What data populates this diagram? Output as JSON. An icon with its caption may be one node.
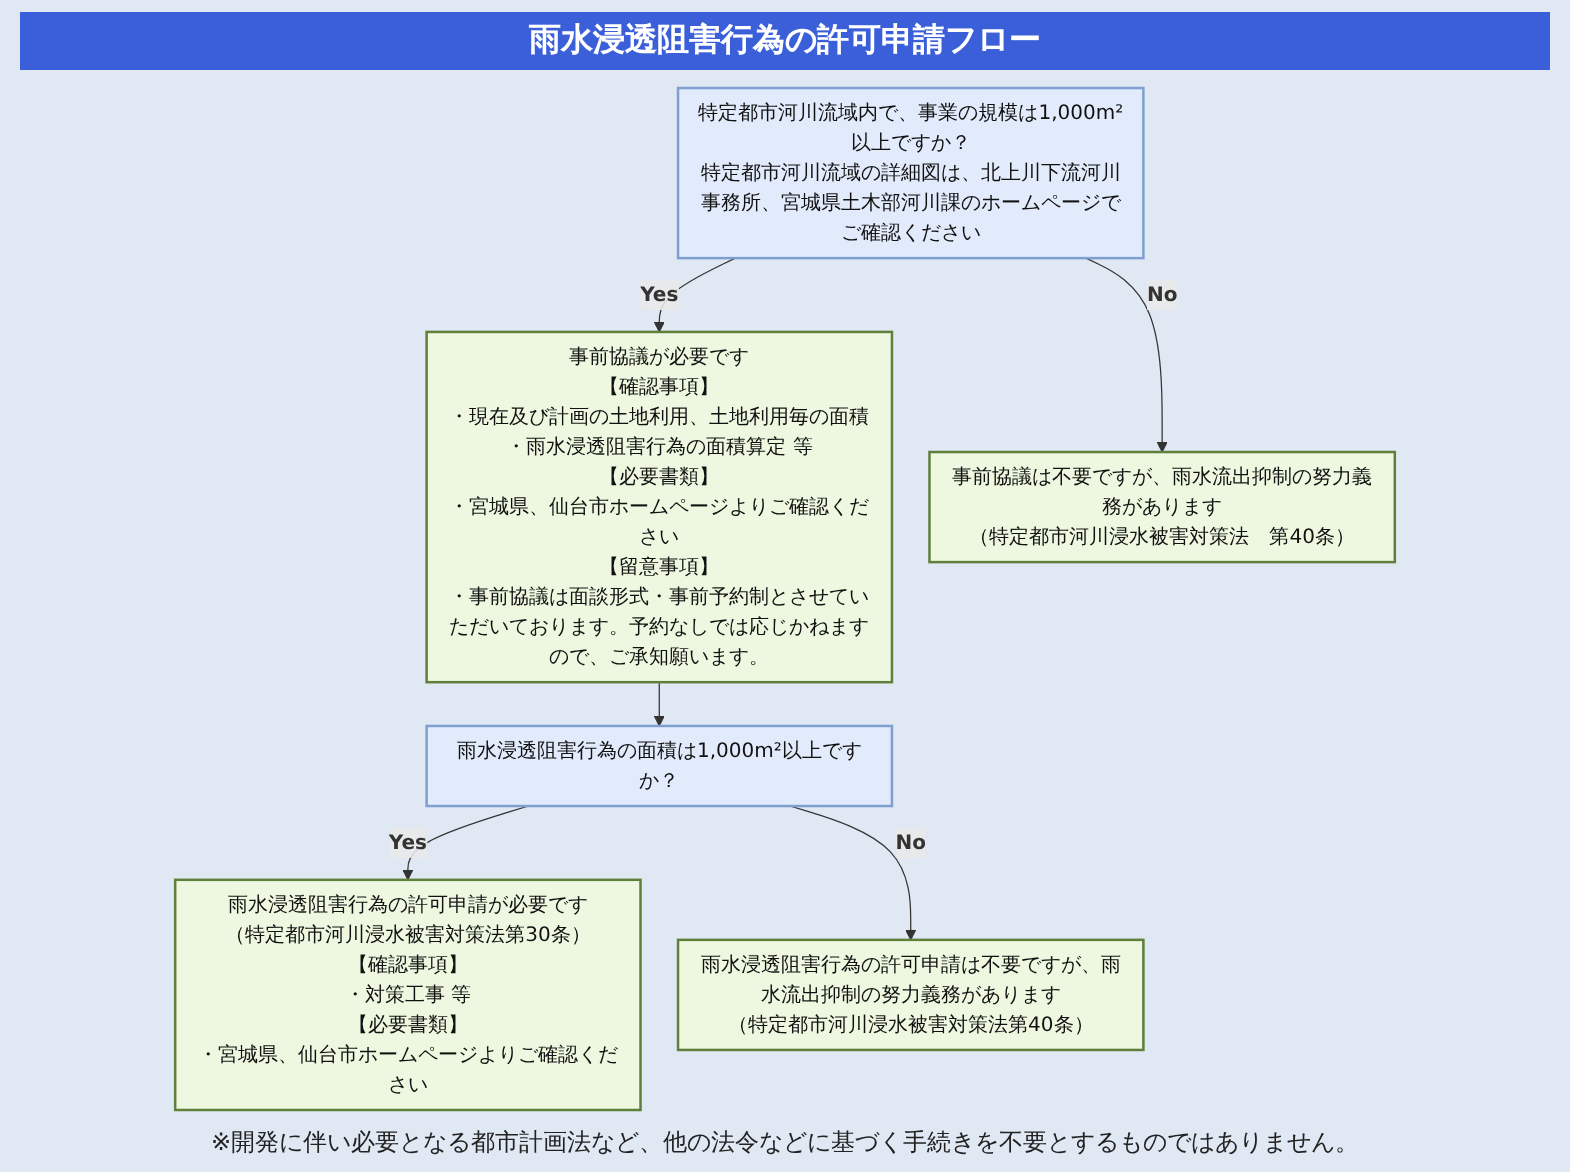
{
  "diagram": {
    "title": "雨水浸透阻害行為の許可申請フロー",
    "nodes": [
      {
        "text": [
          "特定都市河川流域内で、事業の規模は1,000m²以上ですか？",
          "特定都市河川流域の詳細図は、北上川下流河川事務所、宮城県土木部河川課のホームページでご確認ください"
        ]
      },
      {
        "text": [
          "事前協議が必要です",
          "【確認事項】",
          "・現在及び計画の土地利用、土地利用毎の面積",
          "・雨水浸透阻害行為の面積算定 等",
          "【必要書類】",
          "・宮城県、仙台市ホームページよりご確認ください",
          "【留意事項】",
          "・事前協議は面談形式・事前予約制とさせていただいております。予約なしでは応じかねますので、ご承知願います。"
        ]
      },
      {
        "text": [
          "事前協議は不要ですが、雨水流出抑制の努力義務があります",
          "（特定都市河川浸水被害対策法　第40条）"
        ]
      },
      {
        "text": [
          "雨水浸透阻害行為の面積は1,000m²以上ですか？"
        ]
      },
      {
        "text": [
          "雨水浸透阻害行為の許可申請が必要です",
          "（特定都市河川浸水被害対策法第30条）",
          "【確認事項】",
          "・対策工事 等",
          "【必要書類】",
          "・宮城県、仙台市ホームページよりご確認ください"
        ]
      },
      {
        "text": [
          "雨水浸透阻害行為の許可申請は不要ですが、雨水流出抑制の努力義務があります",
          "（特定都市河川浸水被害対策法第40条）"
        ]
      }
    ],
    "edges": [
      {
        "from": 0,
        "to": 1,
        "arrow": "to",
        "label": "Yes"
      },
      {
        "from": 0,
        "to": 2,
        "arrow": "to",
        "label": "No"
      },
      {
        "from": 1,
        "to": 3,
        "arrow": "to"
      },
      {
        "from": 3,
        "to": 4,
        "arrow": "to",
        "label": "Yes"
      },
      {
        "from": 3,
        "to": 5,
        "arrow": "to",
        "label": "No"
      }
    ],
    "labels": [
      "※開発に伴い必要となる都市計画法など、他の法令などに基づく手続きを不要とするものではありません。"
    ]
  }
}
